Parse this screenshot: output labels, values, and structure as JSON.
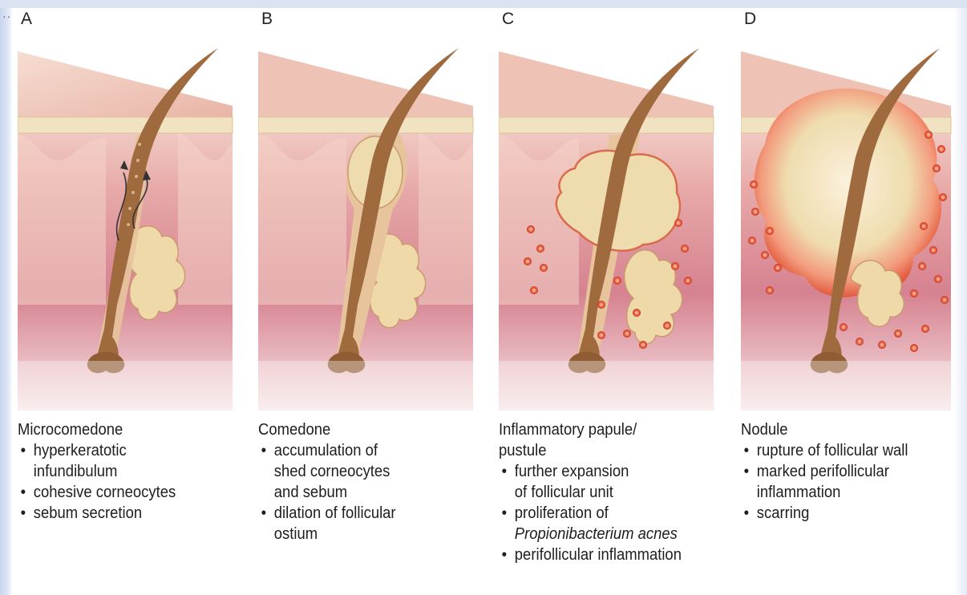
{
  "edge_mark": "··",
  "panels": [
    {
      "letter": "A",
      "title": "Microcomedone",
      "bullets": [
        [
          "hyperkeratotic",
          "infundibulum"
        ],
        [
          "cohesive corneocytes"
        ],
        [
          "sebum secretion"
        ]
      ]
    },
    {
      "letter": "B",
      "title": "Comedone",
      "bullets": [
        [
          "accumulation of",
          "shed corneocytes",
          "and sebum"
        ],
        [
          "dilation of follicular",
          "ostium"
        ]
      ]
    },
    {
      "letter": "C",
      "title": [
        "Inflammatory papule/",
        "pustule"
      ],
      "bullets": [
        [
          "further expansion",
          "of follicular unit"
        ],
        [
          "proliferation of",
          "Propionibacterium acnes"
        ],
        [
          "perifollicular inflammation"
        ]
      ]
    },
    {
      "letter": "D",
      "title": "Nodule",
      "bullets": [
        [
          "rupture of follicular wall"
        ],
        [
          "marked perifollicular",
          "inflammation"
        ],
        [
          "scarring"
        ]
      ]
    }
  ],
  "colors": {
    "dermis": "#d98a95",
    "dermis_light": "#f3d0c8",
    "epidermis": "#f1e3c2",
    "skin_surface": "#efcfc2",
    "hair": "#a06a3f",
    "sebaceous": "#f0d9a9",
    "plug": "#efdcae",
    "inflammation": "#e04a2e",
    "text": "#1e1e1e"
  }
}
